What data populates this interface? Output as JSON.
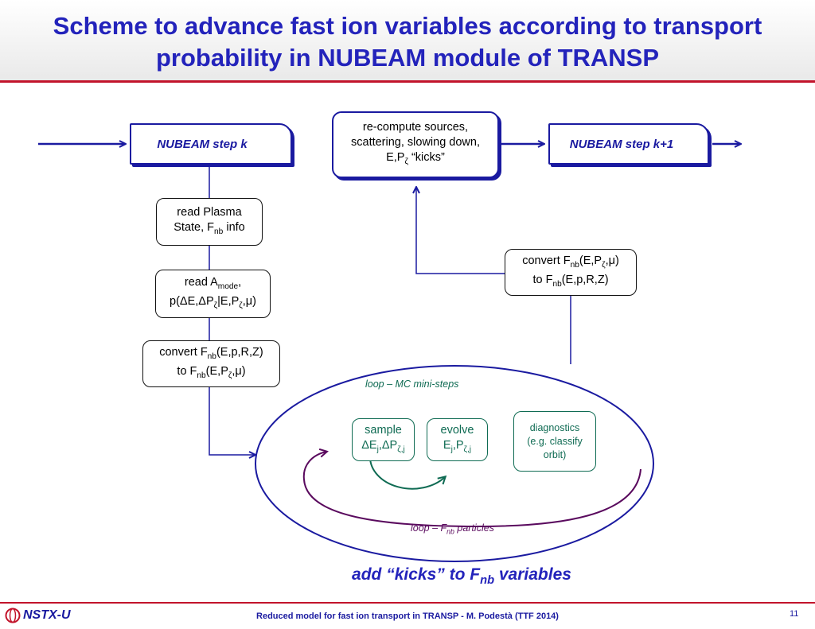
{
  "slide": {
    "title": "Scheme to advance fast ion variables according to transport\nprobability in NUBEAM module of TRANSP",
    "footer": "Reduced model for fast ion transport in TRANSP - M. Podestà (TTF 2014)",
    "page_number": "11",
    "logo_text": "NSTX-U"
  },
  "diagram": {
    "step_k": "NUBEAM step k",
    "step_k1": "NUBEAM step k+1",
    "recompute": {
      "line1": "re-compute sources,",
      "line2": "scattering, slowing down,",
      "line3_prefix": "E,P",
      "line3_sub": "ζ",
      "line3_suffix": " “kicks”"
    },
    "read_plasma": {
      "line1": "read Plasma",
      "line2_prefix": "State, F",
      "line2_sub": "nb",
      "line2_suffix": " info"
    },
    "read_amode": {
      "l1_prefix": "read A",
      "l1_sub": "mode",
      "l1_suffix": ",",
      "l2_p1": "p(ΔE,ΔP",
      "l2_sub1": "ζ",
      "l2_p2": "|E,P",
      "l2_sub2": "ζ",
      "l2_p3": ",μ)"
    },
    "convert_left": {
      "l1_prefix": "convert F",
      "l1_sub": "nb",
      "l1_suffix": "(E,p,R,Z)",
      "l2_prefix": "to F",
      "l2_sub1": "nb",
      "l2_mid": "(E,P",
      "l2_sub2": "ζ",
      "l2_suffix": ",μ)"
    },
    "convert_right": {
      "l1_prefix": "convert F",
      "l1_sub1": "nb",
      "l1_mid": "(E,P",
      "l1_sub2": "ζ",
      "l1_suffix": ",μ)",
      "l2_prefix": "to F",
      "l2_sub": "nb",
      "l2_suffix": "(E,p,R,Z)"
    },
    "sample": {
      "line1": "sample",
      "p1": "ΔE",
      "sub1": "j",
      "p2": ",ΔP",
      "sub2": "ζ,j"
    },
    "evolve": {
      "line1": "evolve",
      "p1": "E",
      "sub1": "j",
      "p2": ",P",
      "sub2": "ζ,j"
    },
    "diagnostics": {
      "line1": "diagnostics",
      "line2": "(e.g. classify",
      "line3": "orbit)"
    },
    "loop_mc": "loop – MC mini-steps",
    "loop_fnb": {
      "prefix": "loop – F",
      "sub": "nb",
      "suffix": " particles"
    },
    "kicks": {
      "prefix": "add “kicks” to F",
      "sub": "nb",
      "suffix": " variables"
    },
    "colors": {
      "title": "#2323bb",
      "box_blue": "#1a1aa0",
      "green": "#0f6b53",
      "purple": "#5a0a5e",
      "rule": "#c2142b"
    }
  }
}
